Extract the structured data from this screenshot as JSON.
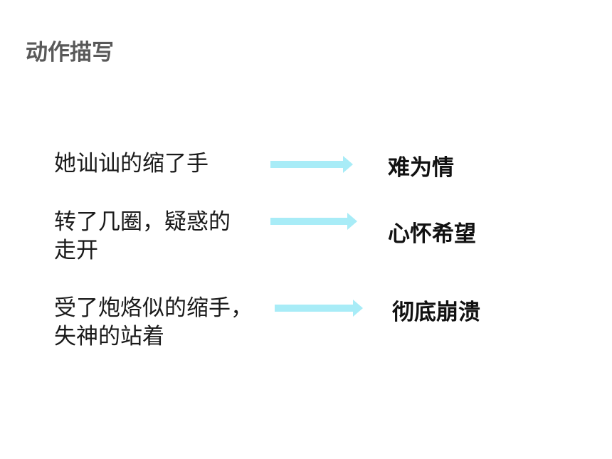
{
  "title": "动作描写",
  "arrow_color": "#a8ecf7",
  "rows": [
    {
      "action_lines": [
        "她讪讪的缩了手"
      ],
      "emotion": "难为情"
    },
    {
      "action_lines": [
        "转了几圈，疑惑的",
        "走开"
      ],
      "emotion": "心怀希望"
    },
    {
      "action_lines": [
        "受了炮烙似的缩手，",
        "失神的站着"
      ],
      "emotion": "彻底崩溃"
    }
  ]
}
